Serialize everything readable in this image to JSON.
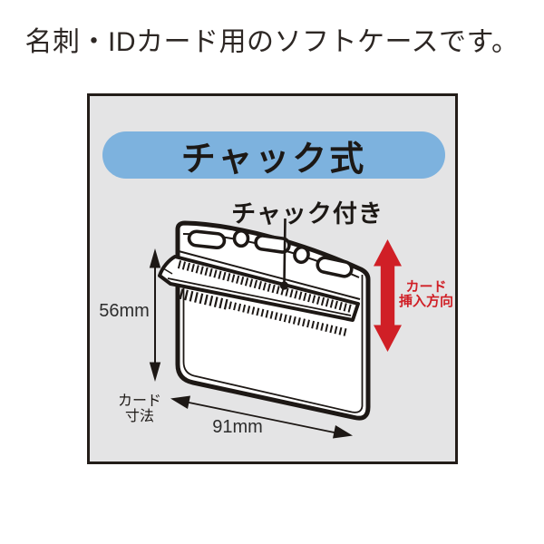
{
  "page": {
    "title": "名刺・IDカード用のソフトケースです。"
  },
  "panel": {
    "banner": {
      "label": "チャック式"
    },
    "callout": {
      "label": "チャック付き"
    },
    "dimensions": {
      "height": "56mm",
      "width": "91mm",
      "card_size_line1": "カード",
      "card_size_line2": "寸法"
    },
    "insertion": {
      "line1": "カード",
      "line2": "挿入方向"
    },
    "colors": {
      "banner_bg": "#7db2de",
      "insertion_arrow_red": "#d01f26",
      "panel_bg": "#e4e4e5",
      "line_black": "#1d1815"
    }
  }
}
